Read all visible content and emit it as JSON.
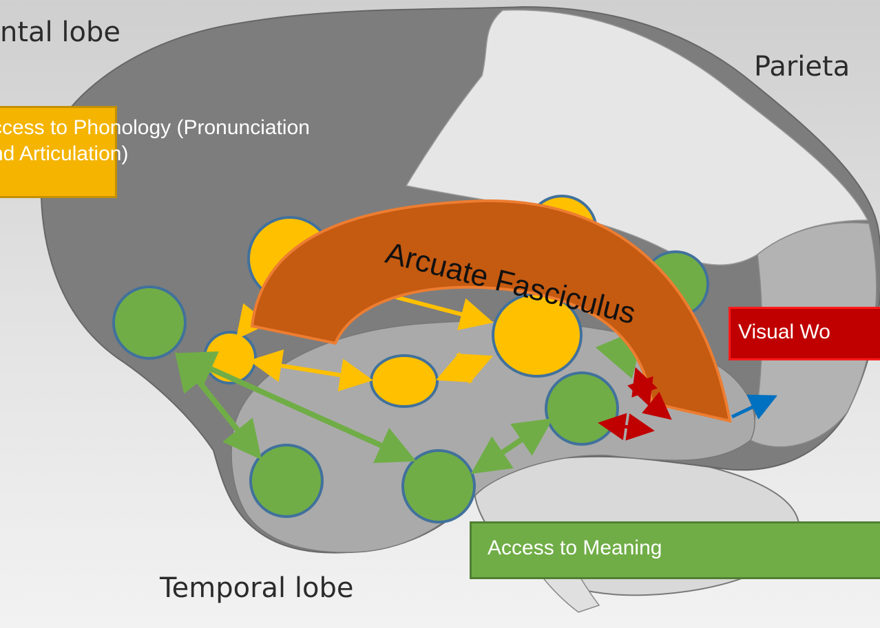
{
  "labels": {
    "frontal": "ntal lobe",
    "parietal": "Parieta",
    "temporal": "Temporal lobe"
  },
  "boxes": {
    "phonology": {
      "line1": "ccess to Phonology (Pronunciation",
      "line2": "nd Articulation)"
    },
    "visual": "Visual Wo",
    "meaning": "Access to Meaning"
  },
  "arc_label": "Arcuate Fasciculus",
  "colors": {
    "phonology": "#ffc000",
    "meaning": "#70ad47",
    "visual": "#c00000",
    "arc": "#c55a11",
    "arc_border": "#ed7d31",
    "node_border": "#41719c",
    "blue_arrow": "#0070c0"
  }
}
